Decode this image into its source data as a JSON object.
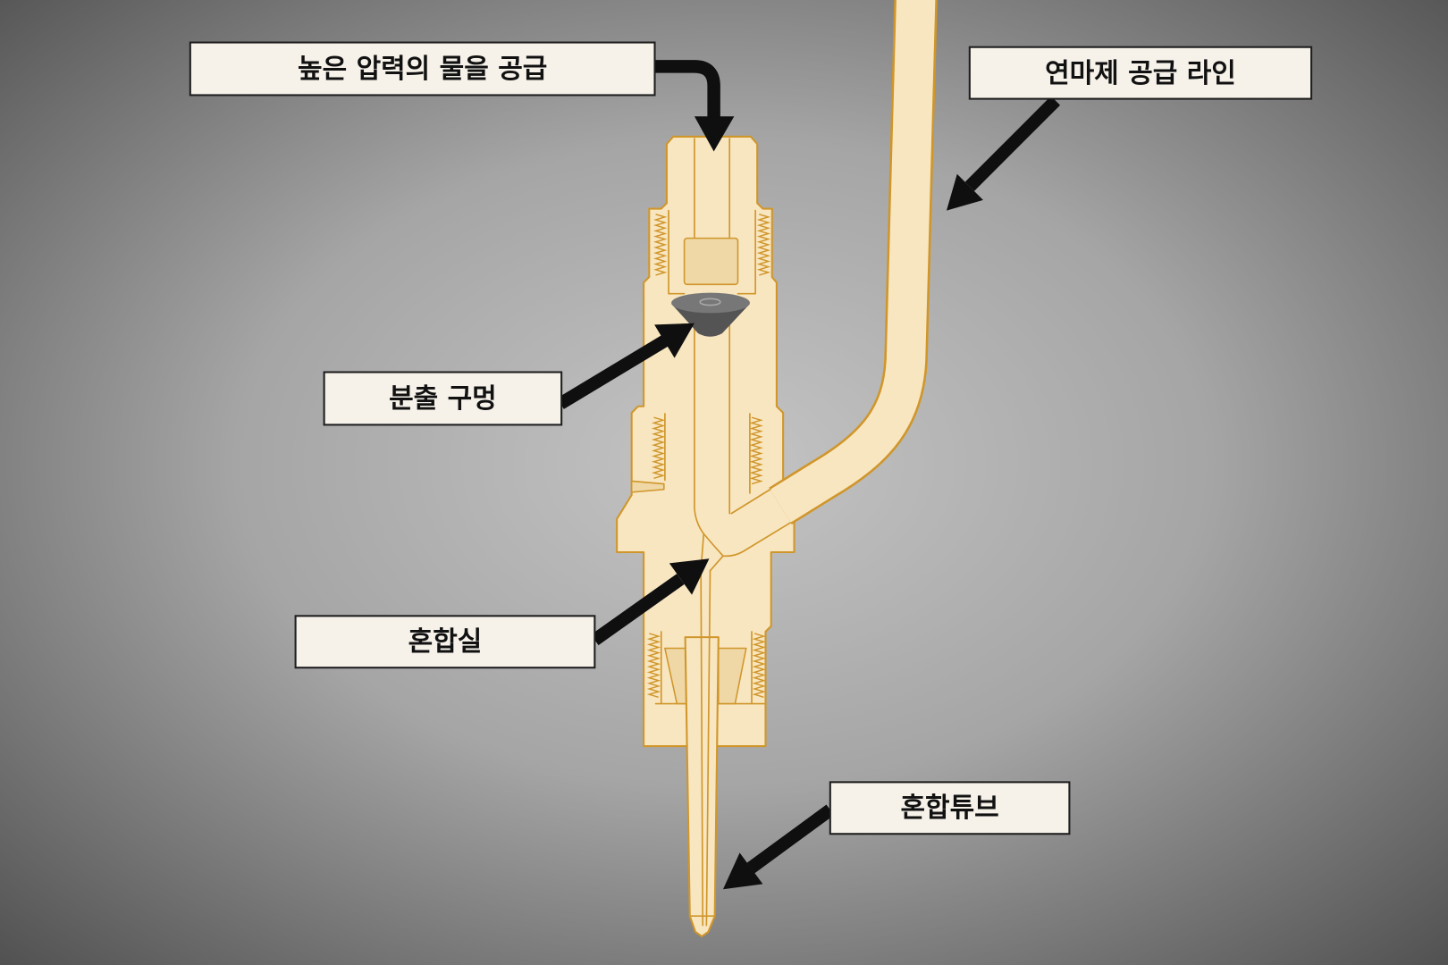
{
  "labels": {
    "water_supply": "높은 압력의 물을 공급",
    "abrasive_supply_line": "연마제 공급 라인",
    "orifice": "분출 구멍",
    "mixing_chamber": "혼합실",
    "mixing_tube": "혼합튜브"
  },
  "colors": {
    "background_center": "#c4c4c4",
    "background_mid": "#a5a5a5",
    "background_edge": "#4b4b4b",
    "part_fill": "#f8e6c1",
    "part_shade": "#efd7a6",
    "part_outline": "#d0962a",
    "orifice_top": "#777777",
    "orifice_cone": "#545454",
    "label_fill": "#f6f2ea",
    "label_border": "#1e1e1e",
    "arrow": "#0f0f0f"
  }
}
